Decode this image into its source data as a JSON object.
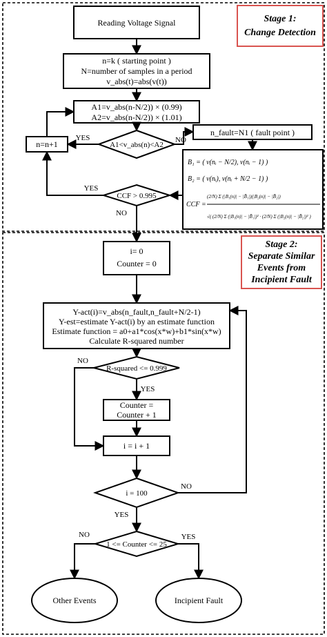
{
  "stage1": {
    "line1": "Stage 1:",
    "line2": "Change Detection"
  },
  "stage2": {
    "line1": "Stage 2:",
    "line2": "Separate Similar",
    "line3": "Events from",
    "line4": "Incipient Fault"
  },
  "boxes": {
    "reading": "Reading Voltage Signal",
    "init": [
      "n=k ( starting point )",
      "N=number of samples in a period",
      "v_abs(t)=abs(v(t))"
    ],
    "thresholds": [
      "A1=v_abs(n-N/2)) × (0.99)",
      "A2=v_abs(n-N/2)) × (1.01)"
    ],
    "increment_n": "n=n+1",
    "fault_point": "n_fault=N1 ( fault point )",
    "init_counter": [
      "i= 0",
      "Counter = 0"
    ],
    "estimate": [
      "Y-act(i)=v_abs(n_fault,n_fault+N/2-1)",
      "Y-est=estimate Y-act(i) by an estimate function",
      "Estimate function = a0+a1*cos(x*w)+b1*sin(x*w)",
      "Calculate R-squared number"
    ],
    "counter_inc": [
      "Counter =",
      "Counter + 1"
    ],
    "i_inc": "i = i + 1"
  },
  "decisions": {
    "range_check": "A1<v_abs(n)<A2",
    "ccf": "CCF > 0.995",
    "rsquared": "R-squared <= 0.999",
    "i_check": "i = 100",
    "counter_check": "1 <= Counter <= 25"
  },
  "terminals": {
    "other": "Other Events",
    "incipient": "Incipient Fault"
  },
  "labels": {
    "yes": "YES",
    "no": "NO"
  },
  "formula": {
    "b1": "B₁ = ( v(nᵢ − N/2), v(nᵢ − 1) )",
    "b2": "B₂ = ( v(nᵢ), v(nᵢ + N/2 − 1) )",
    "ccf_lhs": "CCF =",
    "num": "(2/N) Σ (|B₁(n)| − |B̄₁|)(|B₂(n)| − |B̄₂|)",
    "den": "√( (2/N) Σ (|B₁(n)| − |B̄₁|)² · (2/N) Σ (|B₂(n)| − |B̄₂|)² )"
  }
}
